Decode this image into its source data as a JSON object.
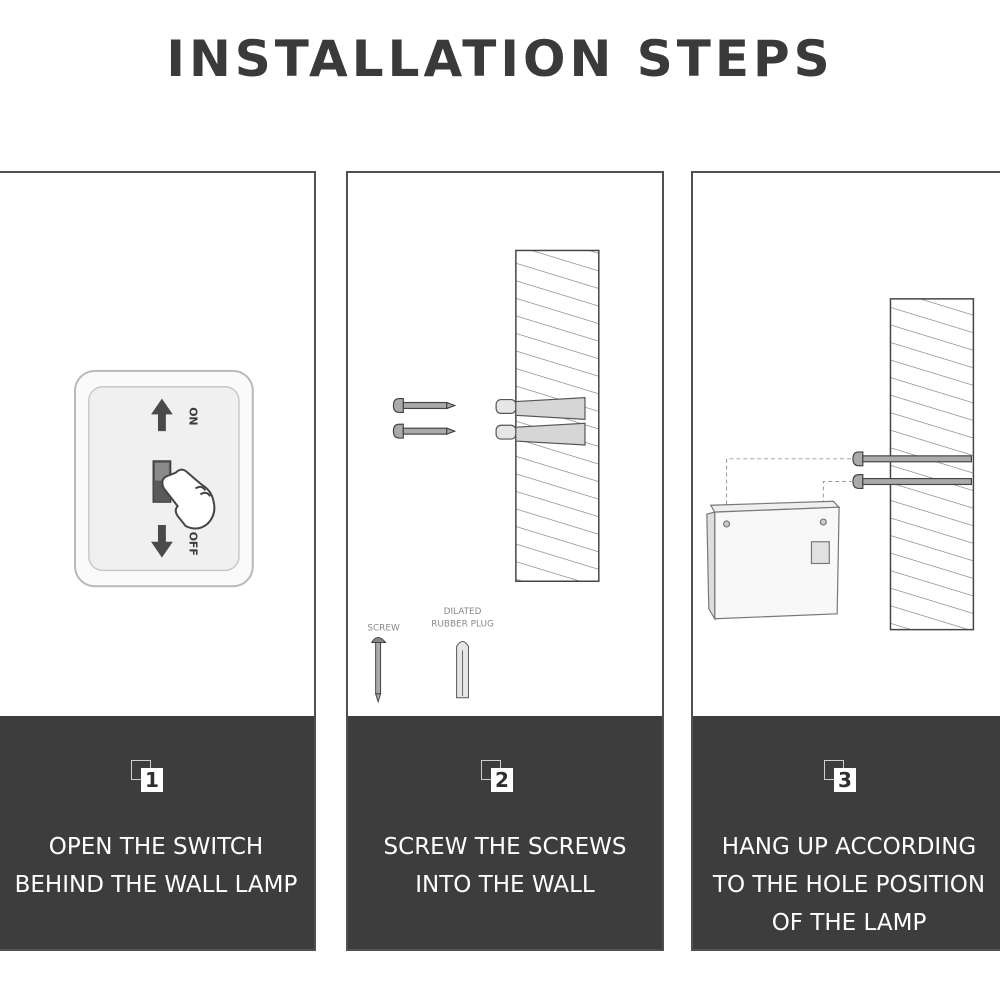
{
  "title": "INSTALLATION STEPS",
  "steps": [
    {
      "number": "1",
      "lines": [
        "OPEN THE SWITCH",
        "BEHIND THE WALL LAMP"
      ],
      "switch_on_label": "ON",
      "switch_off_label": "OFF"
    },
    {
      "number": "2",
      "lines": [
        "SCREW THE SCREWS",
        "INTO THE WALL"
      ],
      "screw_label": "SCREW",
      "plug_label_1": "DILATED",
      "plug_label_2": "RUBBER PLUG"
    },
    {
      "number": "3",
      "lines": [
        "HANG UP ACCORDING",
        "TO THE HOLE POSITION",
        "OF THE LAMP"
      ]
    }
  ],
  "icons": [
    "arrow-up-icon",
    "arrow-down-icon",
    "hand-pointer-icon",
    "screw-icon",
    "rubber-plug-icon",
    "wall-icon",
    "lamp-icon"
  ],
  "colors": {
    "caption_bg": "#3d3d3d",
    "title": "#3a3a3a",
    "border": "#505050"
  }
}
